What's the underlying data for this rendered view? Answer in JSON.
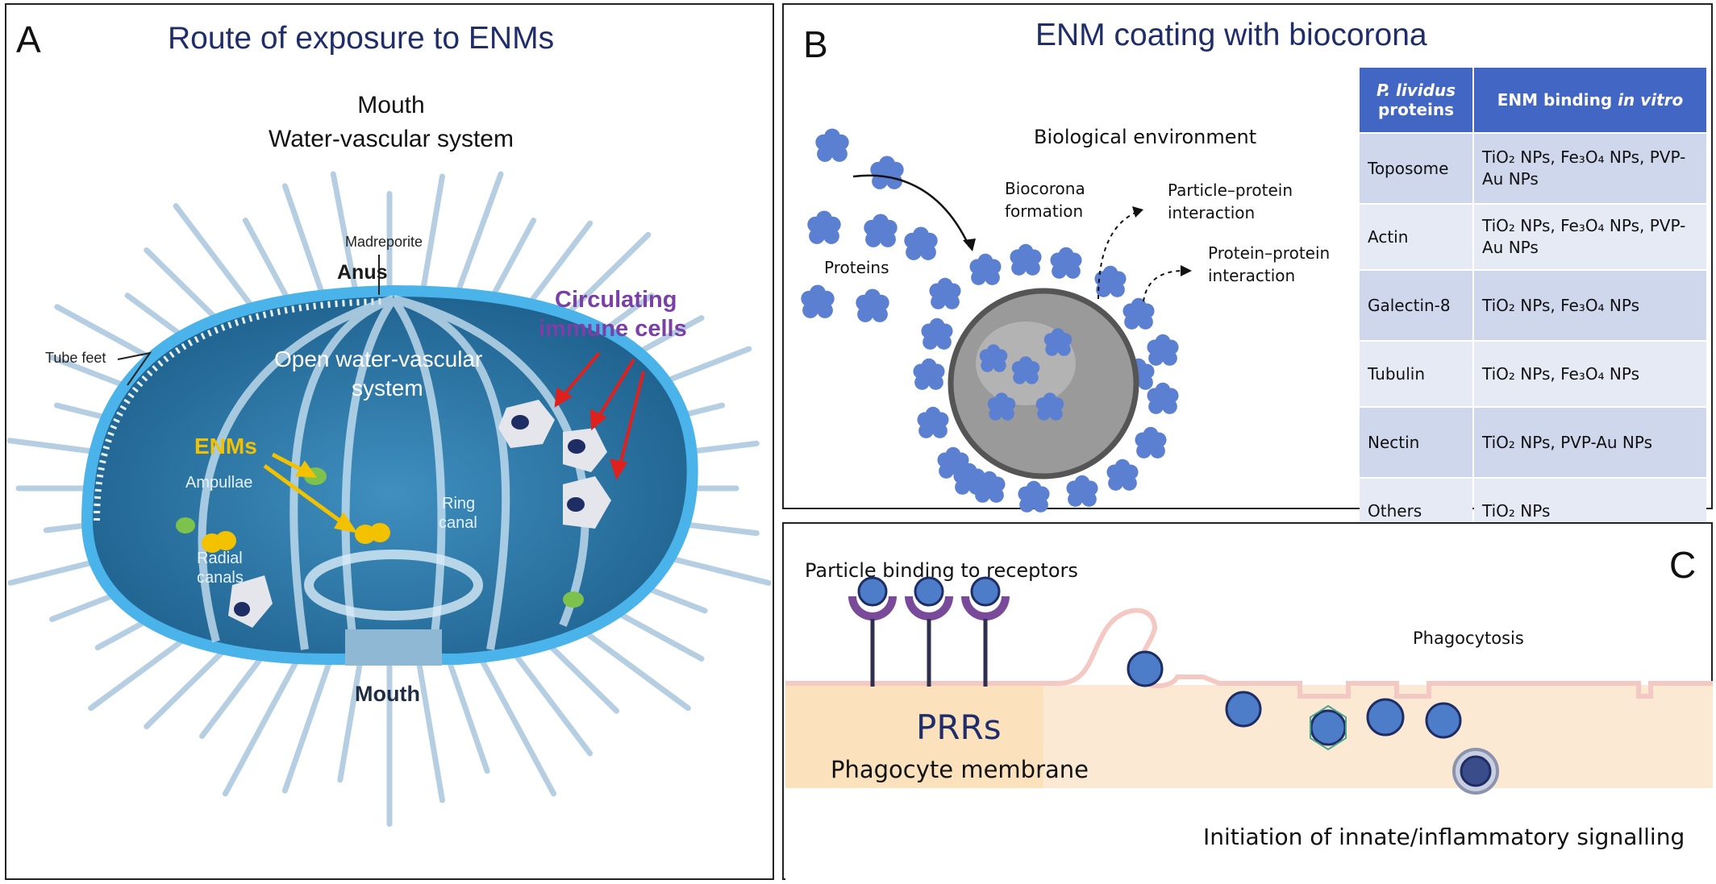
{
  "panel_a": {
    "letter": "A",
    "title": "Route of exposure to ENMs",
    "subtitle_line1": "Mouth",
    "subtitle_line2": "Water-vascular system",
    "labels": {
      "madreporite": "Madreporite",
      "anus": "Anus",
      "tube_feet": "Tube feet",
      "open_wvs_line1": "Open  water-vascular",
      "open_wvs_line2": "system",
      "enms": "ENMs",
      "ampullae": "Ampullae",
      "radial_canals_line1": "Radial",
      "radial_canals_line2": "canals",
      "ring_canal_line1": "Ring",
      "ring_canal_line2": "canal",
      "mouth": "Mouth",
      "circulating_line1": "Circulating",
      "circulating_line2": "immune cells"
    },
    "colors": {
      "title": "#1f2d6b",
      "enm": "#f2c200",
      "immune": "#7b3fa8",
      "arrow": "#e0201c",
      "body": "#1f6fa0"
    }
  },
  "panel_b": {
    "letter": "B",
    "title": "ENM coating with biocorona",
    "labels": {
      "biological_environment": "Biological environment",
      "proteins": "Proteins",
      "biocorona_line1": "Biocorona",
      "biocorona_line2": "formation",
      "particle_protein_line1": "Particle–protein",
      "particle_protein_line2": "interaction",
      "protein_protein_line1": "Protein–protein",
      "protein_protein_line2": "interaction"
    },
    "table": {
      "header_col1_line1": "P. lividus",
      "header_col1_line2": "proteins",
      "header_col2_plain": "ENM binding ",
      "header_col2_italic": "in vitro",
      "rows": [
        {
          "protein": "Toposome",
          "binding": "TiO₂ NPs, Fe₃O₄ NPs, PVP-Au NPs"
        },
        {
          "protein": "Actin",
          "binding": "TiO₂ NPs, Fe₃O₄ NPs, PVP-Au NPs"
        },
        {
          "protein": "Galectin-8",
          "binding": "TiO₂ NPs, Fe₃O₄ NPs"
        },
        {
          "protein": "Tubulin",
          "binding": "TiO₂ NPs, Fe₃O₄ NPs"
        },
        {
          "protein": "Nectin",
          "binding": "TiO₂ NPs, PVP-Au NPs"
        },
        {
          "protein": "Others",
          "binding": "TiO₂ NPs"
        }
      ]
    },
    "colors": {
      "header": "#4166c4",
      "row_dark": "#cfd7ec",
      "row_light": "#e6eaf5",
      "protein": "#5b7fd1"
    }
  },
  "panel_c": {
    "letter": "C",
    "labels": {
      "particle_binding": "Particle binding to receptors",
      "phagocytosis": "Phagocytosis",
      "prrs": "PRRs",
      "phagocyte_membrane": "Phagocyte membrane",
      "initiation": "Initiation of innate/inflammatory signalling"
    },
    "colors": {
      "membrane": "#f4c9c4",
      "cytoplasm": "#fbe9d3",
      "receptor": "#7a4a9a",
      "particle": "#4d7cc9"
    }
  }
}
